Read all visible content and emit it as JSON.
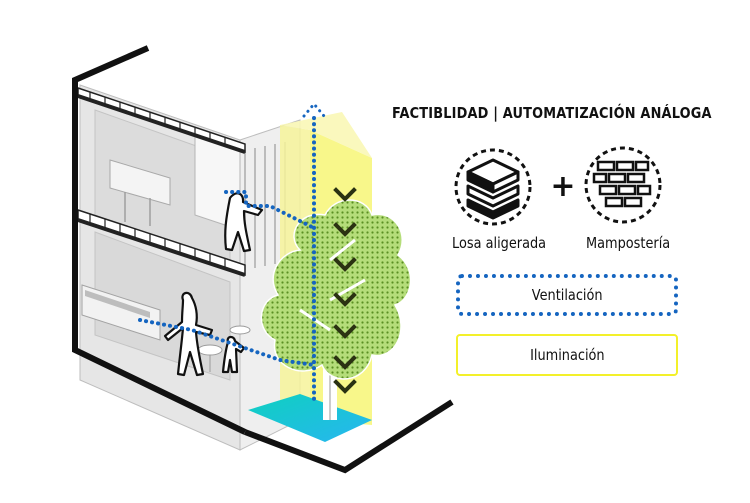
{
  "header": {
    "title": "FACTIBLIDAD | AUTOMATIZACIÓN ANÁLOGA"
  },
  "icons": {
    "slab_label": "Losa aligerada",
    "plus_symbol": "+",
    "masonry_label": "Mampostería"
  },
  "legend": {
    "ventilation_label": "Ventilación",
    "illumination_label": "Iluminación"
  },
  "colors": {
    "ventilation_dots": "#1565c0",
    "illumination": "#f3f02a",
    "tree_green": "#8fc13e",
    "water": "#1fd6c8",
    "arrow_chevrons": "#2b3212"
  }
}
